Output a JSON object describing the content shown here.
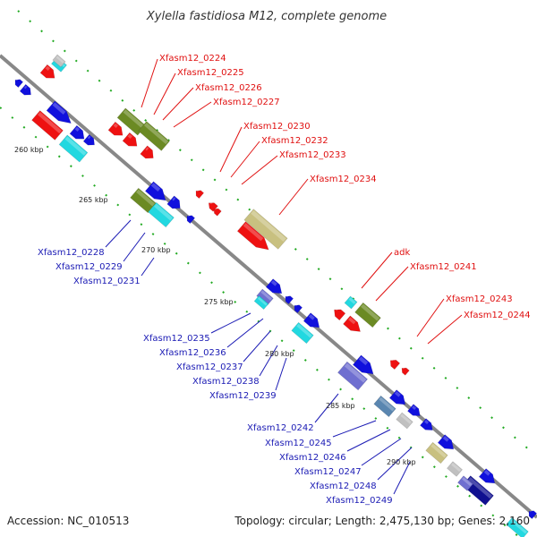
{
  "title": "Xylella fastidiosa M12, complete genome",
  "accession": "Accession: NC_010513",
  "topology": "Topology: circular; Length: 2,475,130 bp; Genes: 2,160",
  "colors": {
    "red": "#ee1111",
    "blue": "#1010dd",
    "olive": "#6b8a23",
    "khaki": "#c8c080",
    "cyan": "#22d8e0",
    "slate": "#6f6fd0",
    "steel": "#5a86b0",
    "gray": "#c0c0c0",
    "navy": "#101090",
    "backbone": "#888888",
    "ticks": "#22aa22"
  },
  "kbp_labels": [
    {
      "id": "kbp-260",
      "text": "260 kbp"
    },
    {
      "id": "kbp-265",
      "text": "265 kbp"
    },
    {
      "id": "kbp-270",
      "text": "270 kbp"
    },
    {
      "id": "kbp-275",
      "text": "275 kbp"
    },
    {
      "id": "kbp-280",
      "text": "280 kbp"
    },
    {
      "id": "kbp-285",
      "text": "285 kbp"
    },
    {
      "id": "kbp-290",
      "text": "290 kbp"
    }
  ],
  "top_labels": [
    "Xfasm12_0224",
    "Xfasm12_0225",
    "Xfasm12_0226",
    "Xfasm12_0227",
    "Xfasm12_0230",
    "Xfasm12_0232",
    "Xfasm12_0233",
    "Xfasm12_0234",
    "adk",
    "Xfasm12_0241",
    "Xfasm12_0243",
    "Xfasm12_0244"
  ],
  "bottom_labels": [
    "Xfasm12_0228",
    "Xfasm12_0229",
    "Xfasm12_0231",
    "Xfasm12_0235",
    "Xfasm12_0236",
    "Xfasm12_0237",
    "Xfasm12_0238",
    "Xfasm12_0239",
    "Xfasm12_0242",
    "Xfasm12_0245",
    "Xfasm12_0246",
    "Xfasm12_0247",
    "Xfasm12_0248",
    "Xfasm12_0249"
  ]
}
